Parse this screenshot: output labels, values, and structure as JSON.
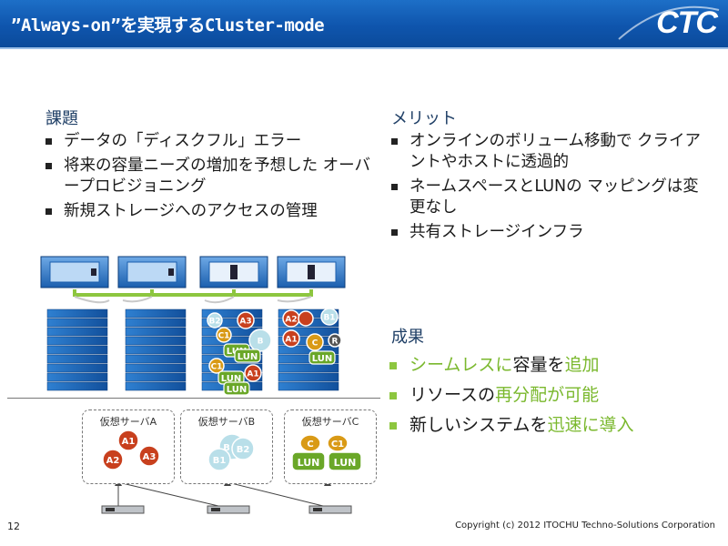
{
  "header": {
    "title": "”Always-on”を実現するCluster-mode",
    "logo": "CTC"
  },
  "issues": {
    "heading": "課題",
    "items": [
      "データの「ディスクフル」エラー",
      "将来の容量ニーズの増加を予想した オーバープロビジョニング",
      "新規ストレージへのアクセスの管理"
    ]
  },
  "merits": {
    "heading": "メリット",
    "items": [
      "オンラインのボリューム移動で クライアントやホストに透過的",
      "ネームスペースとLUNの マッピングは変更なし",
      "共有ストレージインフラ"
    ]
  },
  "results": {
    "heading": "成果",
    "items": [
      {
        "parts": [
          {
            "text": "シームレスに",
            "green": true
          },
          {
            "text": "容量を",
            "green": false
          },
          {
            "text": "追加",
            "green": true
          }
        ]
      },
      {
        "parts": [
          {
            "text": "リソースの",
            "green": false
          },
          {
            "text": "再分配が可能",
            "green": true
          }
        ]
      },
      {
        "parts": [
          {
            "text": "新しいシステムを",
            "green": false
          },
          {
            "text": "迅速に導入",
            "green": true
          }
        ]
      }
    ]
  },
  "diagram": {
    "storage_labels": {
      "lun": "LUN",
      "b": "B",
      "b1": "B1",
      "b2": "B2",
      "a1": "A1",
      "a2": "A2",
      "a3": "A3",
      "c": "C",
      "c1": "C1",
      "r": "R"
    },
    "vm_servers": [
      {
        "label": "仮想サーバA",
        "disks": [
          "A1",
          "A2",
          "A3"
        ]
      },
      {
        "label": "仮想サーバB",
        "disks": [
          "B",
          "B2",
          "B1"
        ]
      },
      {
        "label": "仮想サーバC",
        "disks": [
          "C",
          "C1"
        ],
        "lun": "LUN"
      }
    ],
    "colors": {
      "a_disk": "#c8401e",
      "b_disk": "#b9dfe9",
      "c_disk": "#d99a16",
      "lun_disk": "#6aa728",
      "storage_blue": "#1c64b4"
    }
  },
  "footer": {
    "page": "12",
    "copyright": "Copyright (c) 2012 ITOCHU Techno-Solutions Corporation"
  }
}
